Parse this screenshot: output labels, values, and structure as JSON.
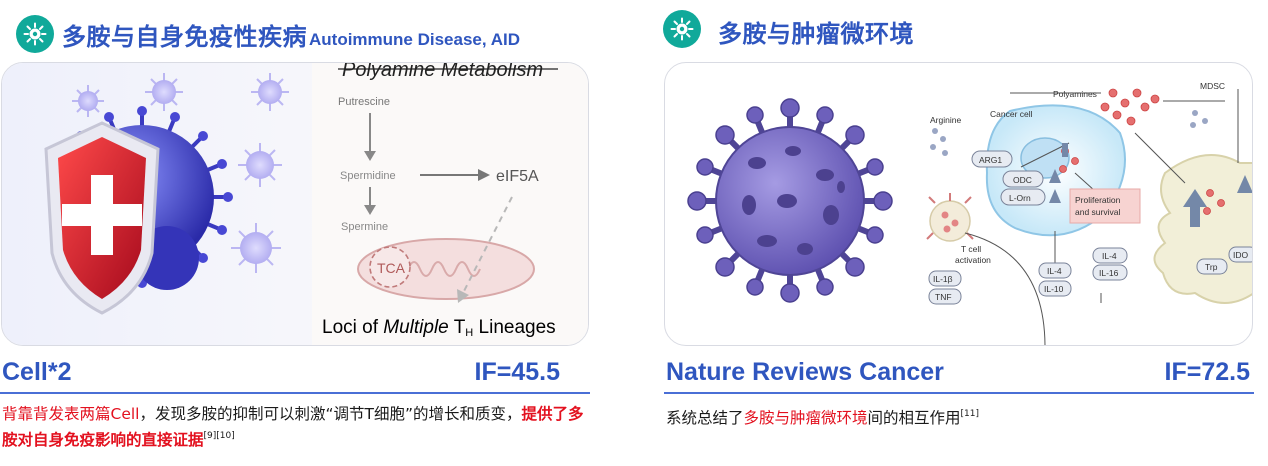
{
  "left": {
    "title_zh": "多胺与自身免疫性疾病",
    "title_en": "Autoimmune Disease, AID",
    "figure": {
      "heading": "Polyamine Metabolism",
      "putrescine": "Putrescine",
      "spermidine": "Spermidine",
      "spermine": "Spermine",
      "eif5a": "eIF5A",
      "tca": "TCA",
      "loci_pre": "Loci of ",
      "loci_italic": "Multiple",
      "loci_T": "T",
      "loci_H": "H",
      "loci_post": " Lineages"
    },
    "source": "Cell*2",
    "impact": "IF=45.5",
    "desc": {
      "p1": "背靠背发表两篇Cell",
      "p2": "，发现多胺的抑制可以刺激“调节T细胞”的增长和质变，",
      "p3": "提供了多胺对自身免疫影响的直接证据",
      "refs": "[9][10]"
    }
  },
  "right": {
    "title_zh": "多胺与肿瘤微环境",
    "figure": {
      "polyamines": "Polyamines",
      "mdsc": "MDSC",
      "arginine": "Arginine",
      "cancer_cell": "Cancer cell",
      "arg1": "ARG1",
      "odc": "ODC",
      "l_orn": "L-Orn",
      "prolif1": "Proliferation",
      "prolif2": "and survival",
      "tcell1": "T cell",
      "tcell2": "activation",
      "il1b": "IL-1β",
      "tnf": "TNF",
      "il4a": "IL-4",
      "il10": "IL-10",
      "il4b": "IL-4",
      "il16": "IL-16",
      "trp": "Trp",
      "ido": "IDO"
    },
    "source": "Nature Reviews Cancer",
    "impact": "IF=72.5",
    "desc": {
      "p1": "系统总结了",
      "p2": "多胺与肿瘤微环境",
      "p3": "间的相互作用",
      "refs": "[11]"
    }
  },
  "colors": {
    "accent": "#2f56bf",
    "badge": "#10a99a",
    "highlight": "#e3111f"
  }
}
